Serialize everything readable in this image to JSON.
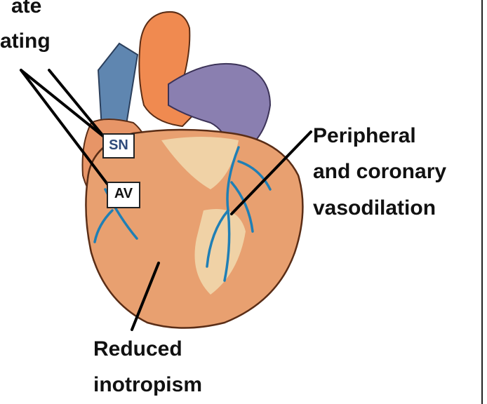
{
  "labels": {
    "top_left_line1": "ate",
    "top_left_line2": "ating",
    "peripheral_line1": "Peripheral",
    "peripheral_line2": "and coronary",
    "peripheral_line3": "vasodilation",
    "reduced_line1": "Reduced",
    "reduced_line2": "inotropism"
  },
  "nodes": {
    "sn": "SN",
    "av": "AV"
  },
  "colors": {
    "sn_text": "#2e4a7a",
    "av_text": "#111111",
    "heart_muscle": "#e8a070",
    "aorta": "#f08a50",
    "vena_cava": "#5f86b0",
    "pulmonary": "#8a7fb0",
    "vessel": "#1f7fb5"
  }
}
